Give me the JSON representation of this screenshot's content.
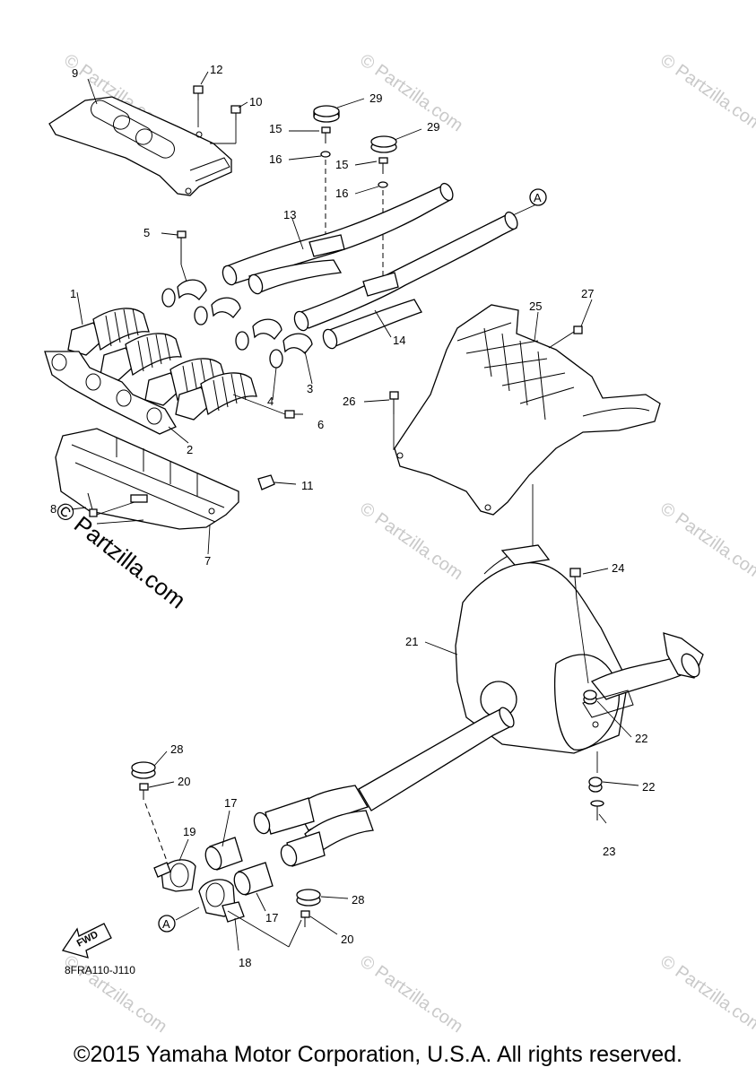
{
  "diagram": {
    "callouts": [
      "1",
      "2",
      "3",
      "4",
      "5",
      "6",
      "7",
      "8",
      "9",
      "10",
      "11",
      "12",
      "13",
      "14",
      "15",
      "15",
      "16",
      "16",
      "17",
      "17",
      "18",
      "19",
      "20",
      "20",
      "21",
      "22",
      "22",
      "23",
      "24",
      "25",
      "26",
      "27",
      "28",
      "28",
      "29",
      "29"
    ],
    "reference_markers": [
      "A",
      "A"
    ],
    "fwd_label": "FWD",
    "diagram_code": "8FRA110-J110",
    "watermark_large": "© Partzilla.com",
    "watermark_small": "© Partzilla.com"
  },
  "footer": {
    "copyright": "©2015 Yamaha Motor Corporation, U.S.A. All rights reserved."
  }
}
